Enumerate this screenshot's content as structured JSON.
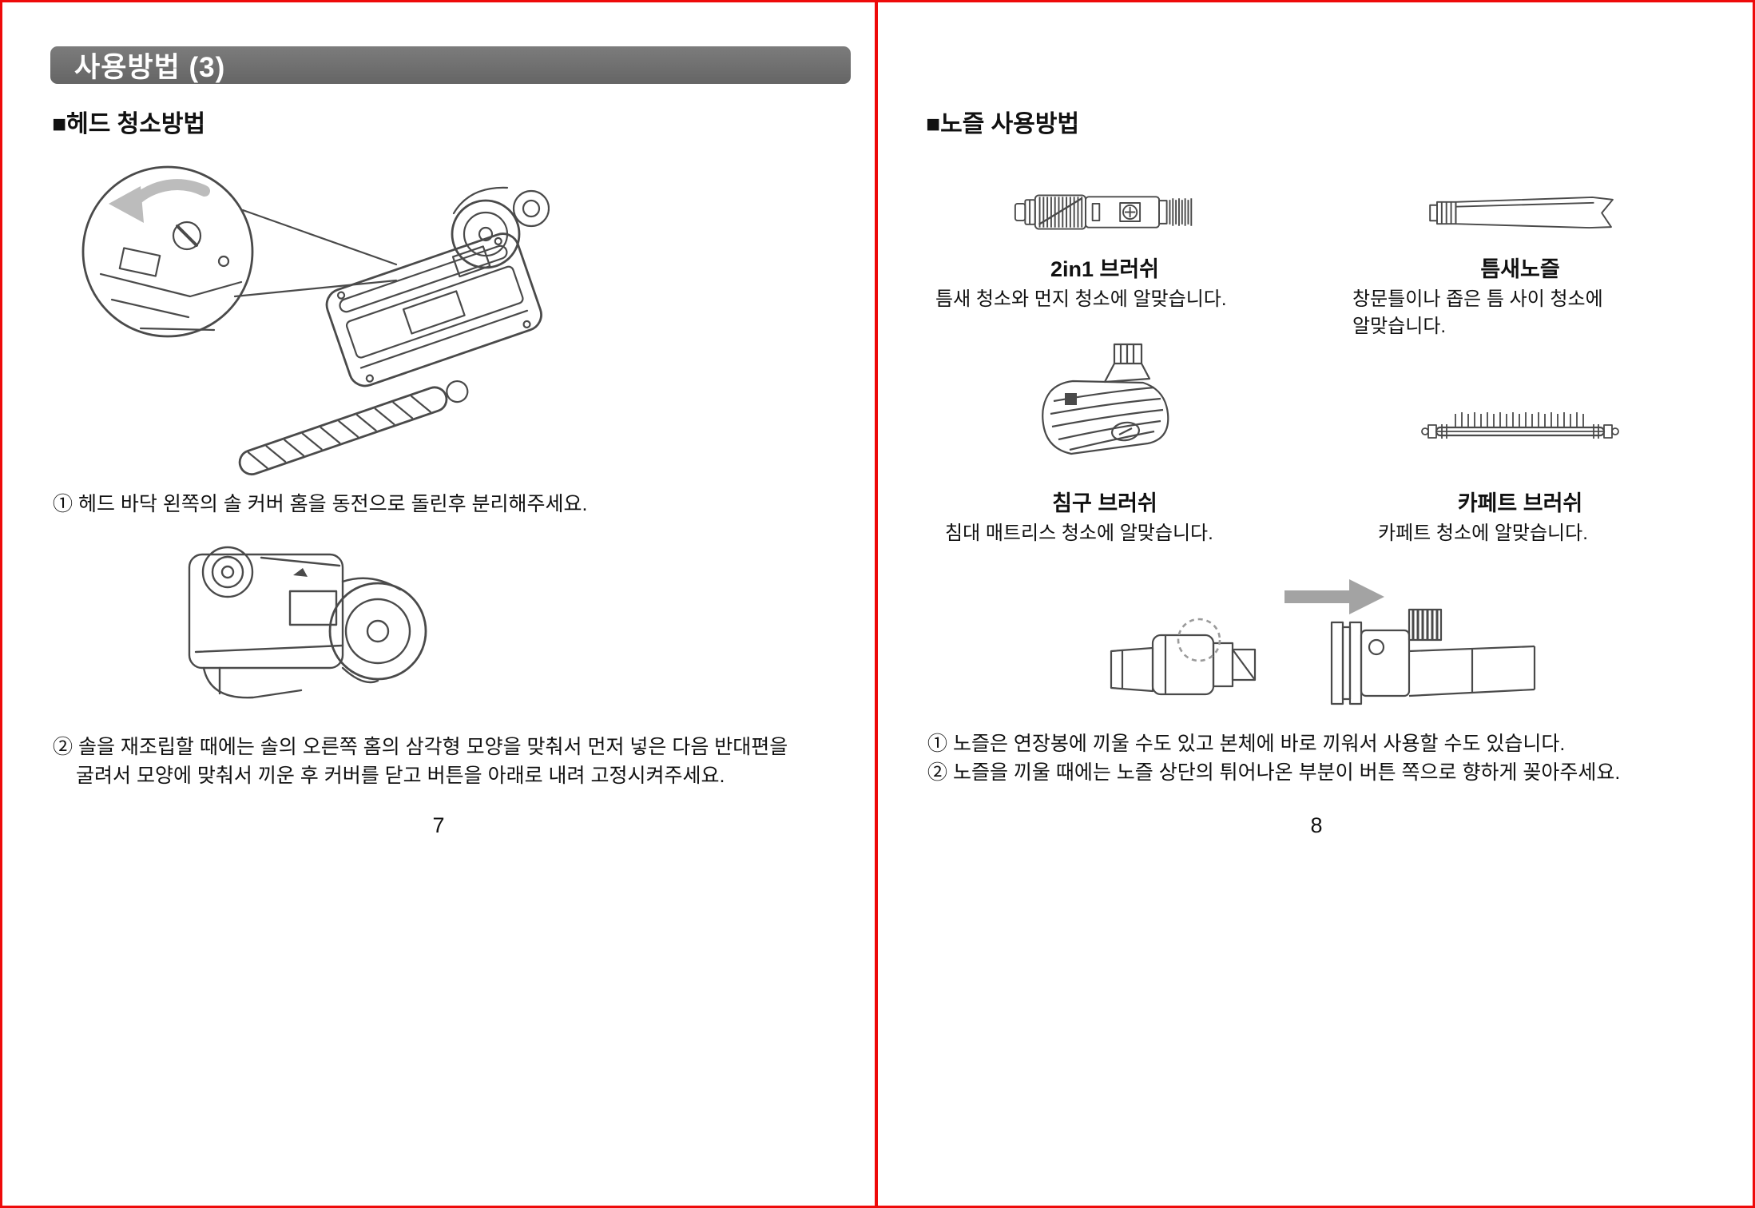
{
  "colors": {
    "border_red": "#ee0a0a",
    "header_gray": "#6e6e6e",
    "illustration_stroke": "#4a4a4a",
    "arrow_gray": "#a3a3a3"
  },
  "left_page": {
    "header_title": "사용방법 (3)",
    "section_title": "■헤드 청소방법",
    "step1": "① 헤드 바닥 왼쪽의 솔 커버 홈을 동전으로 돌린후 분리해주세요.",
    "step2_line1": "② 솔을 재조립할 때에는 솔의 오른쪽 홈의 삼각형 모양을 맞춰서 먼저 넣은 다음 반대편을",
    "step2_line2": "굴려서 모양에 맞춰서 끼운 후 커버를 닫고 버튼을 아래로 내려 고정시켜주세요.",
    "page_number": "7"
  },
  "right_page": {
    "section_title": "■노즐 사용방법",
    "accessories": [
      {
        "name": "2in1 브러쉬",
        "description": "틈새 청소와 먼지 청소에 알맞습니다."
      },
      {
        "name": "틈새노즐",
        "description": "창문틀이나 좁은 틈 사이 청소에\n알맞습니다."
      },
      {
        "name": "침구 브러쉬",
        "description": "침대 매트리스 청소에 알맞습니다."
      },
      {
        "name": "카페트 브러쉬",
        "description": "카페트 청소에 알맞습니다."
      }
    ],
    "step1": "① 노즐은 연장봉에 끼울 수도 있고 본체에 바로 끼워서 사용할 수도 있습니다.",
    "step2": "② 노즐을 끼울 때에는 노즐 상단의 튀어나온 부분이 버튼 쪽으로 향하게 꽂아주세요.",
    "page_number": "8"
  }
}
